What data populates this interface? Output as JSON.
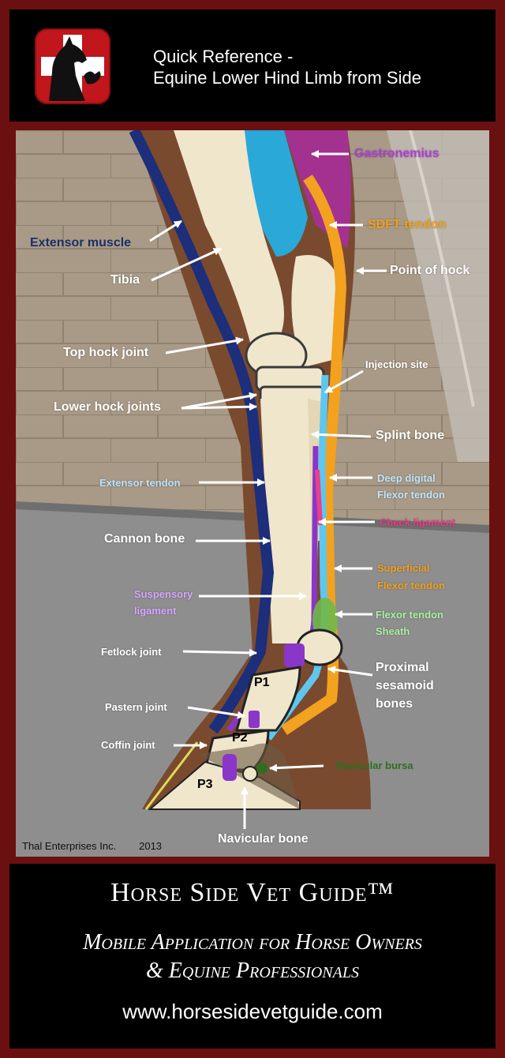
{
  "header": {
    "title_line1": "Quick Reference -",
    "title_line2": "Equine Lower Hind Limb from Side"
  },
  "diagram": {
    "labels": {
      "gastronemius": "Gastronemius",
      "sdft_tendon": "SDFT tendon",
      "point_of_hock": "Point of hock",
      "extensor_muscle": "Extensor muscle",
      "tibia": "Tibia",
      "top_hock_joint": "Top hock joint",
      "injection_site": "Injection site",
      "lower_hock_joints": "Lower hock joints",
      "splint_bone": "Splint bone",
      "extensor_tendon": "Extensor tendon",
      "deep_digital_1": "Deep digital",
      "deep_digital_2": "Flexor tendon",
      "check_ligament": "Check ligament",
      "cannon_bone": "Cannon bone",
      "superficial_1": "Superficial",
      "superficial_2": "Flexor tendon",
      "suspensory_1": "Suspensory",
      "suspensory_2": "ligament",
      "flexor_sheath_1": "Flexor tendon",
      "flexor_sheath_2": "Sheath",
      "fetlock_joint": "Fetlock joint",
      "proximal_1": "Proximal",
      "proximal_2": "sesamoid",
      "proximal_3": "bones",
      "p1": "P1",
      "pastern_joint": "Pastern joint",
      "p2": "P2",
      "coffin_joint": "Coffin joint",
      "navicular_bursa": "Navicular bursa",
      "p3": "P3",
      "navicular_bone": "Navicular bone"
    },
    "copyright": "Thal Enterprises Inc.        2013",
    "colors": {
      "gastrocnemius": "#a3318f",
      "extensor_muscle": "#2aa8d8",
      "extensor": "#1d2e7a",
      "sdft": "#f2a21e",
      "ddft": "#5ec6ef",
      "suspensory": "#8a36c9",
      "check_ligament": "#e8408a",
      "sheath": "#6fb84a",
      "bone": "#efe6cc",
      "background_wall": "#a89a86",
      "floor": "#8e8e8e"
    }
  },
  "footer": {
    "brand": "Horse Side Vet Guide™",
    "subtitle_line1": "Mobile Application for Horse Owners",
    "subtitle_line2": "& Equine Professionals",
    "url": "www.horsesidevetguide.com"
  }
}
